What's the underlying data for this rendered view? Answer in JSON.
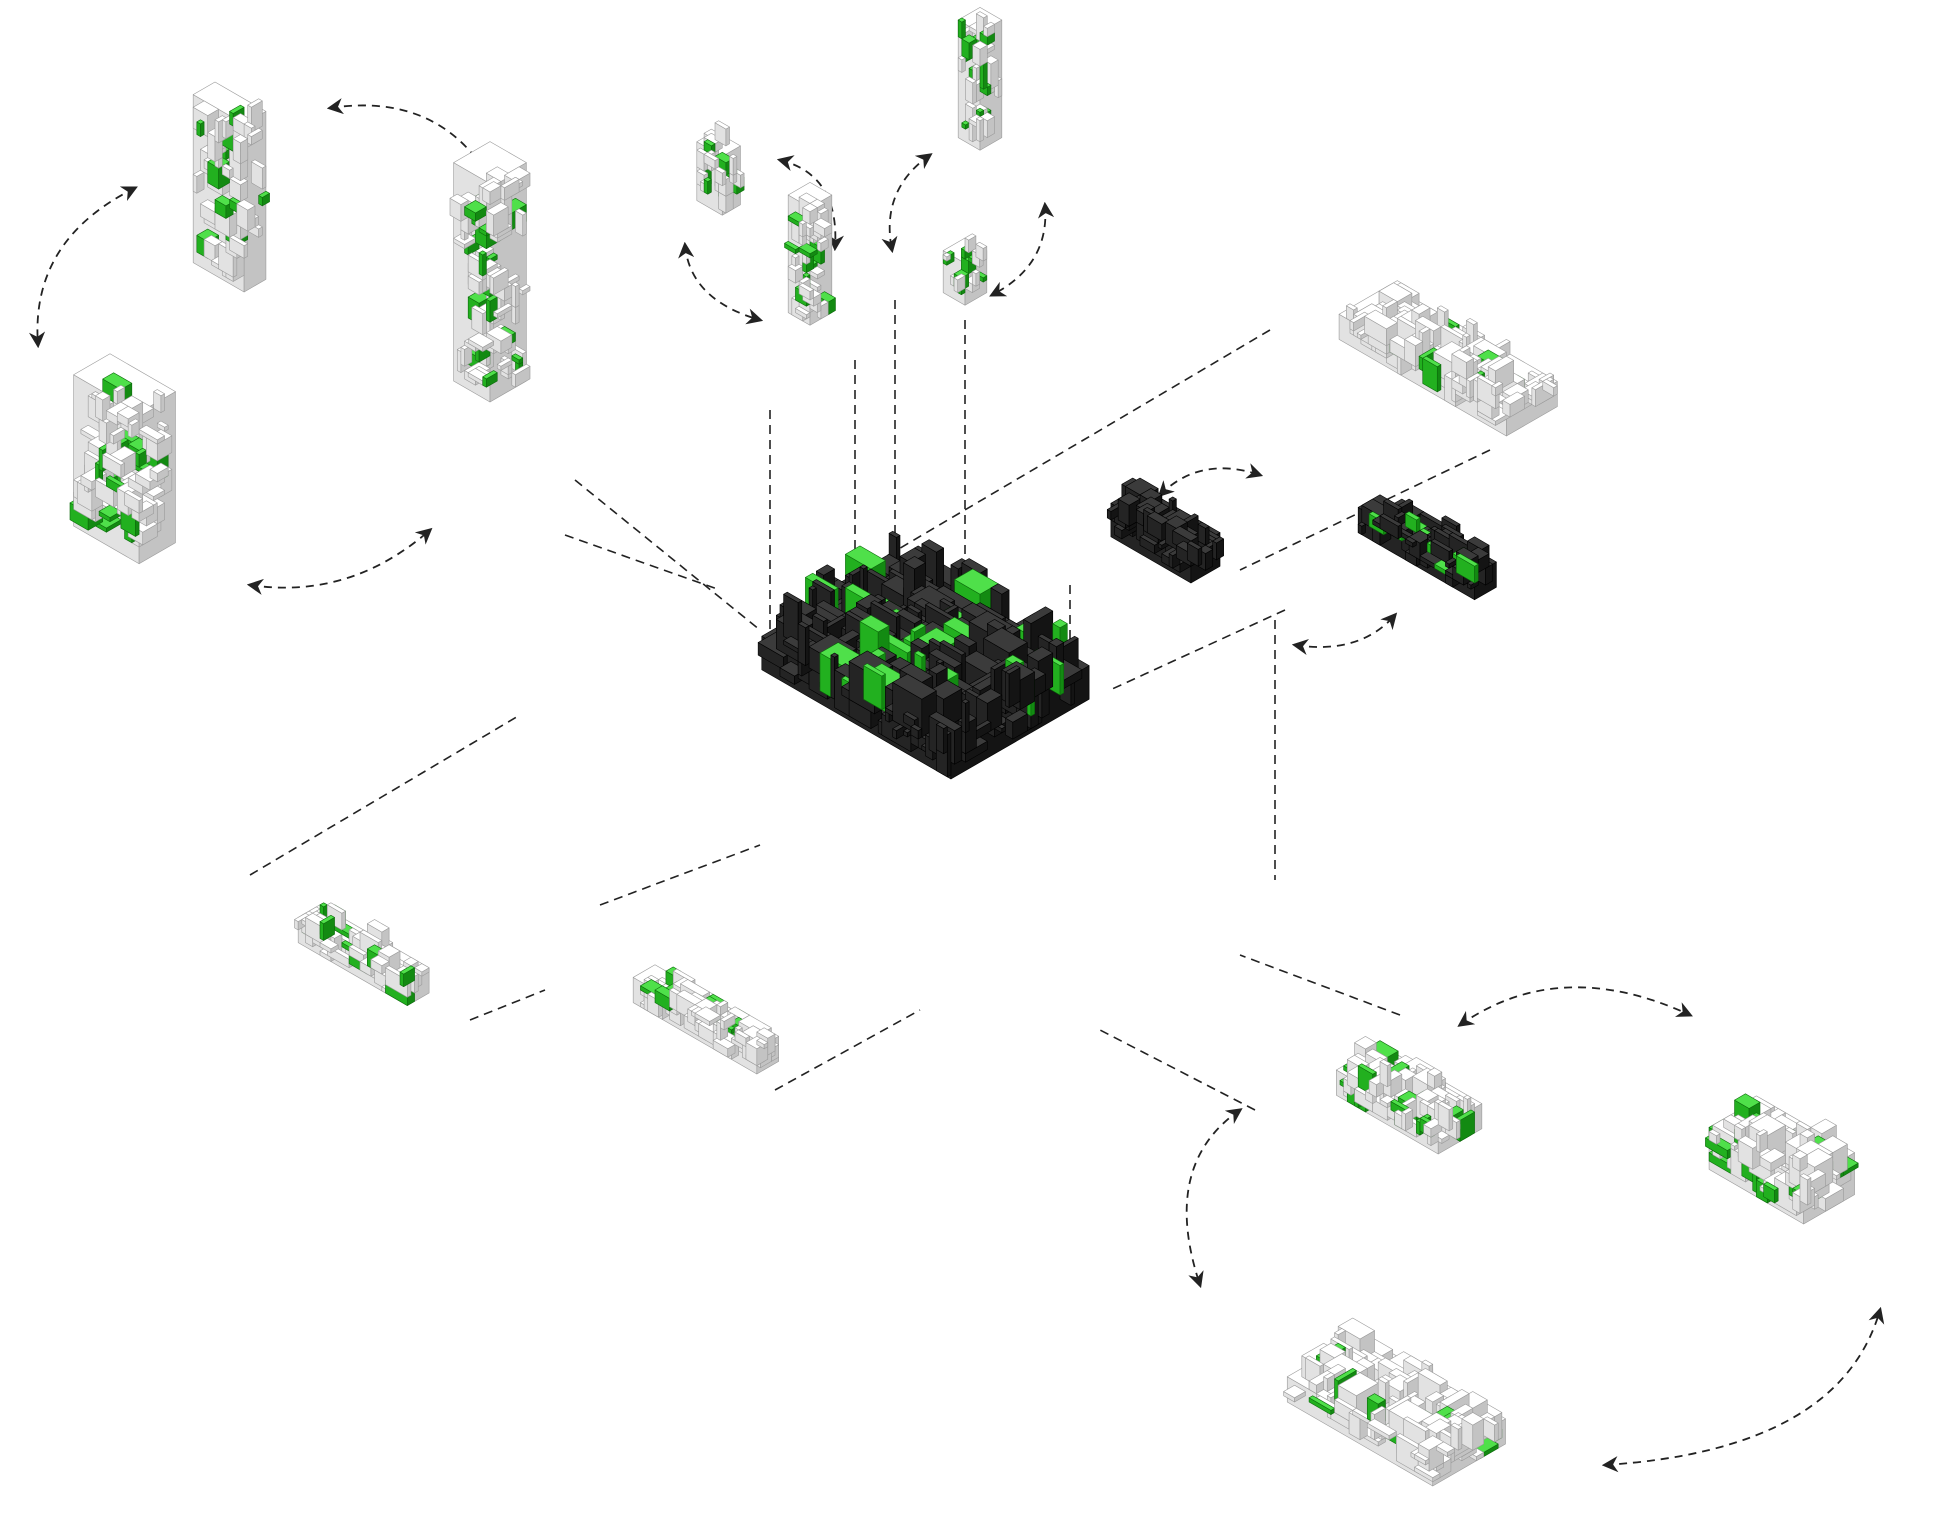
{
  "colors": {
    "background": "#ffffff",
    "white_top": "#ffffff",
    "white_left": "#e2e2e2",
    "white_right": "#c3c3c3",
    "white_edge": "#9a9a9a",
    "dark_top": "#3b3b3b",
    "dark_left": "#242424",
    "dark_right": "#141414",
    "dark_edge": "#000000",
    "accent_top": "#4fe04a",
    "accent_left": "#22b01f",
    "accent_right": "#138a12",
    "connector": "#222222"
  },
  "diagram": {
    "style": "isometric exploded axonometric",
    "connector_style": "dashed",
    "nodes": [
      {
        "id": "central-assembly",
        "tone": "dark",
        "role": "hub"
      },
      {
        "id": "tower-twin-slab",
        "tone": "white",
        "role": "cluster-member"
      },
      {
        "id": "tower-tall-slab",
        "tone": "white",
        "role": "cluster-member"
      },
      {
        "id": "block-low-terrace",
        "tone": "white",
        "role": "cluster-member"
      },
      {
        "id": "tower-small-a",
        "tone": "white",
        "role": "cluster-member"
      },
      {
        "id": "tower-small-b",
        "tone": "white",
        "role": "cluster-member"
      },
      {
        "id": "tower-cross-tall",
        "tone": "white",
        "role": "cluster-member"
      },
      {
        "id": "tower-cross-short",
        "tone": "white",
        "role": "cluster-member"
      },
      {
        "id": "wing-large-fan",
        "tone": "white",
        "role": "satellite"
      },
      {
        "id": "dark-unit-left",
        "tone": "dark",
        "role": "cluster-member"
      },
      {
        "id": "dark-unit-right",
        "tone": "dark",
        "role": "cluster-member"
      },
      {
        "id": "bar-white-left",
        "tone": "white",
        "role": "satellite"
      },
      {
        "id": "bar-white-mid",
        "tone": "white",
        "role": "satellite"
      },
      {
        "id": "cluster-se-a",
        "tone": "white",
        "role": "cluster-member"
      },
      {
        "id": "cluster-se-b",
        "tone": "white",
        "role": "cluster-member"
      },
      {
        "id": "cluster-se-c",
        "tone": "white",
        "role": "cluster-member"
      }
    ],
    "cycles": [
      [
        "tower-twin-slab",
        "tower-tall-slab",
        "block-low-terrace"
      ],
      [
        "tower-small-a",
        "tower-small-b"
      ],
      [
        "tower-cross-tall",
        "tower-cross-short"
      ],
      [
        "dark-unit-left",
        "dark-unit-right"
      ],
      [
        "cluster-se-a",
        "cluster-se-b",
        "cluster-se-c"
      ]
    ]
  }
}
